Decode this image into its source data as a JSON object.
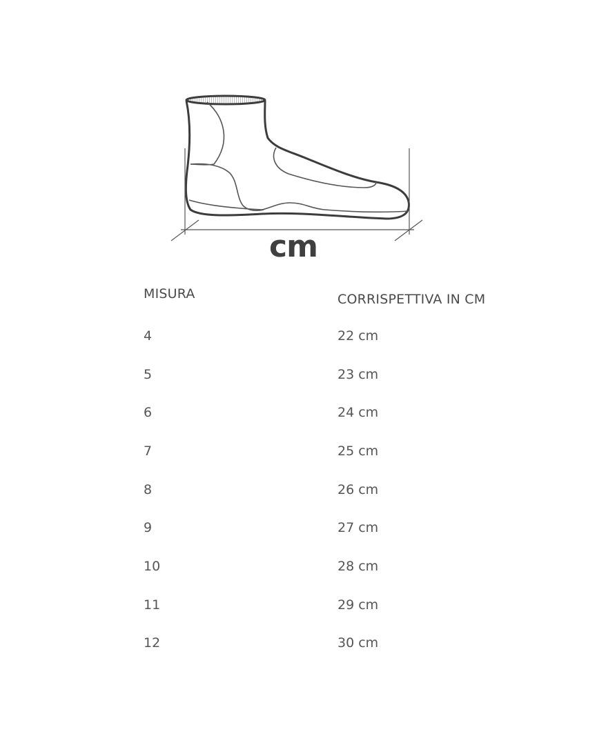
{
  "diagram": {
    "unit_label": "cm"
  },
  "table": {
    "headers": {
      "size": "MISURA",
      "length": "CORRISPETTIVA IN CM"
    },
    "rows": [
      {
        "size": "4",
        "length": "22 cm"
      },
      {
        "size": "5",
        "length": "23 cm"
      },
      {
        "size": "6",
        "length": "24 cm"
      },
      {
        "size": "7",
        "length": "25 cm"
      },
      {
        "size": "8",
        "length": "26 cm"
      },
      {
        "size": "9",
        "length": "27 cm"
      },
      {
        "size": "10",
        "length": "28 cm"
      },
      {
        "size": "11",
        "length": "29 cm"
      },
      {
        "size": "12",
        "length": "30 cm"
      }
    ]
  },
  "colors": {
    "line": "#3c3c3c",
    "text": "#4a4a4a"
  }
}
